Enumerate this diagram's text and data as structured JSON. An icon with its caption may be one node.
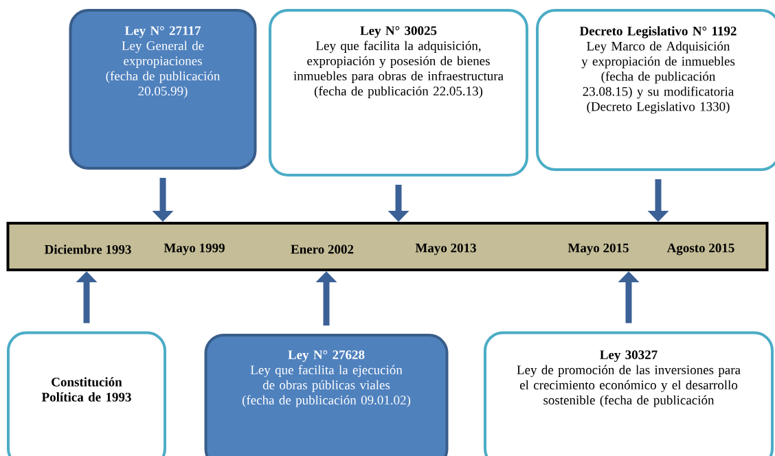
{
  "diagram": {
    "nodes": [
      {
        "text": [
          "Ley N° 27117",
          "Ley General de expropiaciones",
          "(fecha de publicación 20.05.99)"
        ]
      },
      {
        "text": [
          "Ley N° 30025",
          "Ley que facilita la adquisición, expropiación y posesión de bienes inmuebles para obras de infraestructura",
          "(fecha de publicación 22.05.13)"
        ]
      },
      {
        "text": [
          "Decreto Legislativo N° 1192",
          "Ley Marco de Adquisición y expropiación de inmuebles (fecha de publicación 23.08.15) y su modificatoria (Decreto Legislativo 1330)"
        ]
      },
      {
        "text": [
          "Diciembre 1993",
          "Mayo 1999",
          "Enero 2002",
          "Mayo 2013",
          "Mayo 2015",
          "Agosto 2015"
        ]
      },
      {
        "text": [
          "Constitución Política de 1993"
        ]
      },
      {
        "text": [
          "Ley N° 27628",
          "Ley que facilita la ejecución de obras públicas viales",
          "(fecha de publicación 09.01.02)"
        ]
      },
      {
        "text": [
          "Ley 30327",
          "Ley de promoción de las inversiones para el crecimiento económico y el desarrollo sostenible (fecha de publicación"
        ]
      }
    ],
    "edges": [
      {
        "from": 0,
        "to": 3,
        "arrow": "to"
      },
      {
        "from": 1,
        "to": 3,
        "arrow": "to"
      },
      {
        "from": 2,
        "to": 3,
        "arrow": "to"
      },
      {
        "from": 4,
        "to": 3,
        "arrow": "to"
      },
      {
        "from": 5,
        "to": 3,
        "arrow": "to"
      },
      {
        "from": 6,
        "to": 3,
        "arrow": "to"
      }
    ]
  }
}
